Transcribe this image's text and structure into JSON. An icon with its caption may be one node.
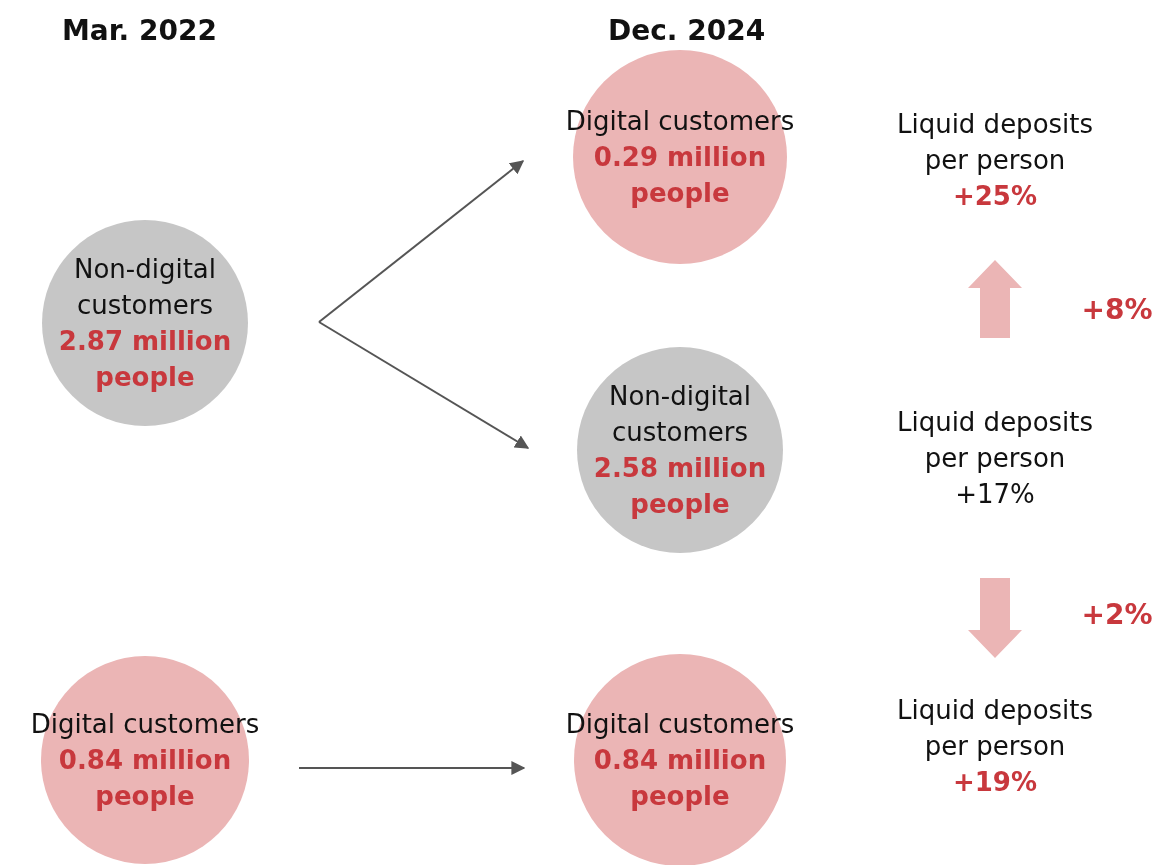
{
  "diagram": {
    "nodes": [
      {
        "text": [
          "Non-digital customers",
          "2.87 million people"
        ]
      },
      {
        "text": [
          "Digital customers",
          "0.29 million people"
        ]
      },
      {
        "text": [
          "Non-digital customers",
          "2.58 million people"
        ]
      },
      {
        "text": [
          "Digital customers",
          "0.84 million people"
        ]
      },
      {
        "text": [
          "Digital customers",
          "0.84 million people"
        ]
      },
      {
        "text": [
          "Liquid deposits per person",
          "+25%"
        ]
      },
      {
        "text": [
          "Liquid deposits per person",
          "+17%"
        ]
      },
      {
        "text": [
          "Liquid deposits per person",
          "+19%"
        ]
      }
    ],
    "edges": [
      {
        "from": 0,
        "to": 1,
        "arrow": "to"
      },
      {
        "from": 0,
        "to": 2,
        "arrow": "to"
      },
      {
        "from": 3,
        "to": 4,
        "arrow": "to"
      },
      {
        "from": 6,
        "to": 5,
        "arrow": "to",
        "style": "thick",
        "color": "#ebb5b5",
        "label": "+8%"
      },
      {
        "from": 6,
        "to": 7,
        "arrow": "to",
        "style": "thick",
        "color": "#ebb5b5",
        "label": "+2%"
      }
    ],
    "labels": [
      "Mar. 2022",
      "Dec. 2024"
    ]
  }
}
